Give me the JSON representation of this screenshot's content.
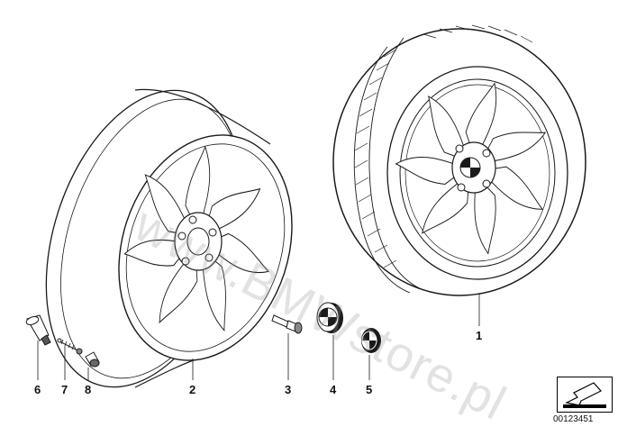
{
  "watermark": "www.BMWstore.pl",
  "callouts": {
    "c1": "1",
    "c2": "2",
    "c3": "3",
    "c4": "4",
    "c5": "5",
    "c6": "6",
    "c7": "7",
    "c8": "8"
  },
  "document_number": "00123451",
  "colors": {
    "line": "#1a1a1a",
    "watermark": "#969696",
    "fill": "#ffffff"
  },
  "icons": {
    "nav": "arrow-navigation-icon"
  }
}
